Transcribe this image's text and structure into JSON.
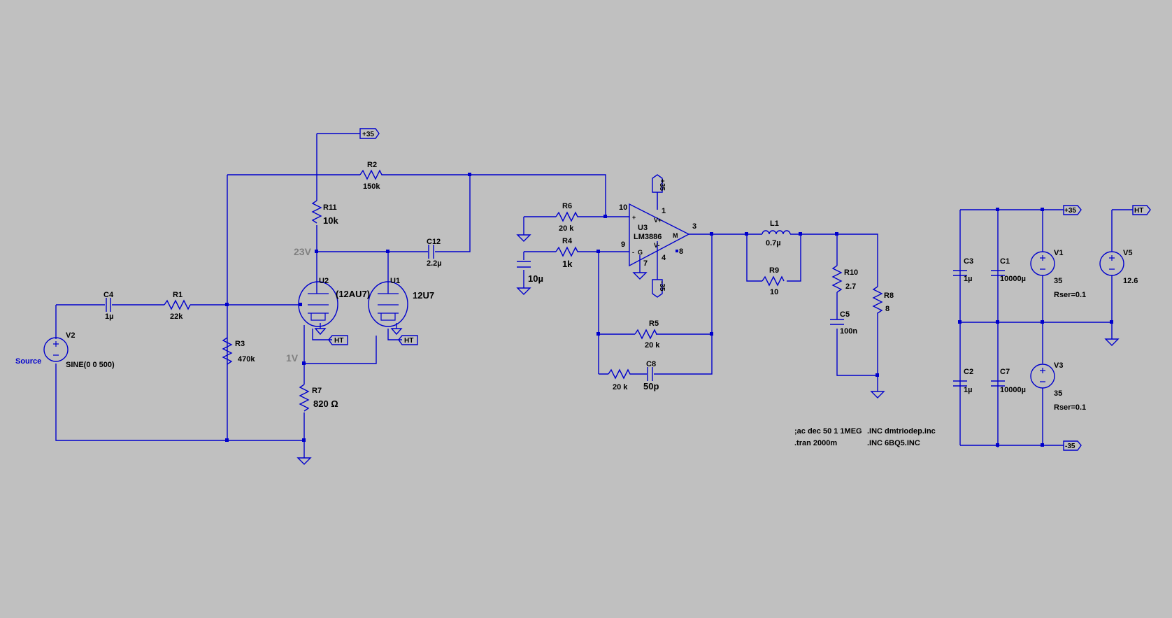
{
  "labels": {
    "source": "Source",
    "v2": {
      "name": "V2",
      "value": "SINE(0 0 500)"
    },
    "c4": {
      "name": "C4",
      "value": "1µ"
    },
    "r1": {
      "name": "R1",
      "value": "22k"
    },
    "r3": {
      "name": "R3",
      "value": "470k"
    },
    "r2": {
      "name": "R2",
      "value": "150k"
    },
    "r11": {
      "name": "R11",
      "value": "10k"
    },
    "c12": {
      "name": "C12",
      "value": "2.2µ"
    },
    "u2": {
      "name": "U2",
      "value": "(12AU7)"
    },
    "u1": {
      "name": "U1",
      "value": "12U7"
    },
    "r7": {
      "name": "R7",
      "value": "820 Ω"
    },
    "r6": {
      "name": "R6",
      "value": "20  k"
    },
    "r4": {
      "name": "R4",
      "value": "1k"
    },
    "c_in": {
      "value": "10µ"
    },
    "u3": {
      "name": "U3",
      "value": "LM3886"
    },
    "r5": {
      "name": "R5",
      "value": "20  k"
    },
    "r_c8": {
      "value": "20  k"
    },
    "c8": {
      "name": "C8",
      "value": "50p"
    },
    "l1": {
      "name": "L1",
      "value": "0.7µ"
    },
    "r9": {
      "name": "R9",
      "value": "10"
    },
    "r10": {
      "name": "R10",
      "value": "2.7"
    },
    "c5": {
      "name": "C5",
      "value": "100n"
    },
    "r8": {
      "name": "R8",
      "value": "8"
    },
    "c3": {
      "name": "C3",
      "value": "1µ"
    },
    "c1": {
      "name": "C1",
      "value": "10000µ"
    },
    "v1": {
      "name": "V1",
      "value": "35",
      "rser": "Rser=0.1"
    },
    "v5": {
      "name": "V5",
      "value": "12.6"
    },
    "c2": {
      "name": "C2",
      "value": "1µ"
    },
    "c7": {
      "name": "C7",
      "value": "10000µ"
    },
    "v3": {
      "name": "V3",
      "value": "35",
      "rser": "Rser=0.1"
    }
  },
  "pins": {
    "p10": "10",
    "p9": "9",
    "p1": "1",
    "p4": "4",
    "p7": "7",
    "p3": "3",
    "p8": "8",
    "plus": "+",
    "minus": "-",
    "vplus": "V+",
    "vminus": "V-",
    "g": "G",
    "m": "M"
  },
  "ports": {
    "p35": "+35",
    "m35": "-35",
    "ht": "HT"
  },
  "voltages": {
    "n23": "23V",
    "n1": "1V"
  },
  "directives": {
    "ac": ";ac dec 50 1 1MEG",
    "tran": ".tran 2000m",
    "inc1": ".INC dmtriodep.inc",
    "inc2": ".INC 6BQ5.INC"
  }
}
